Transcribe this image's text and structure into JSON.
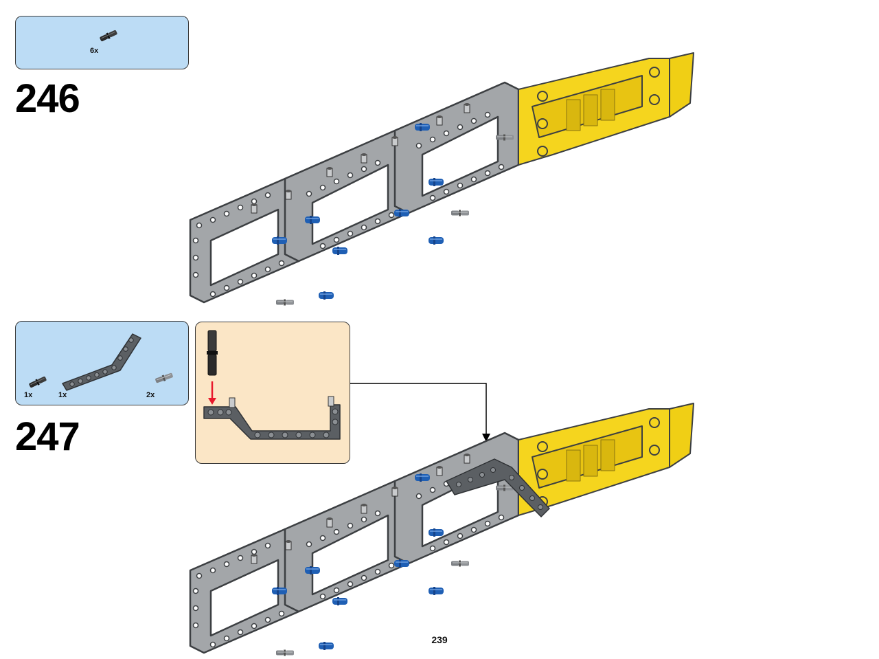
{
  "page": {
    "number": "239"
  },
  "steps": [
    {
      "number": "246",
      "parts": [
        {
          "name": "black-connector-pin",
          "qty": "6x"
        }
      ]
    },
    {
      "number": "247",
      "parts": [
        {
          "name": "black-connector-pin",
          "qty": "1x"
        },
        {
          "name": "dark-gray-bent-beam",
          "qty": "1x"
        },
        {
          "name": "dark-gray-pin",
          "qty": "2x"
        }
      ],
      "callout": {
        "arrow_color": "#e8192c"
      }
    }
  ],
  "colors": {
    "parts_panel": "#bcdcf5",
    "callout_panel": "#fbe6c6",
    "frame_gray": "#a3a6a9",
    "yellow_panel": "#f5d51e",
    "blue_pin": "#1f5fb4",
    "dark_gray_beam": "#5b5f63"
  }
}
